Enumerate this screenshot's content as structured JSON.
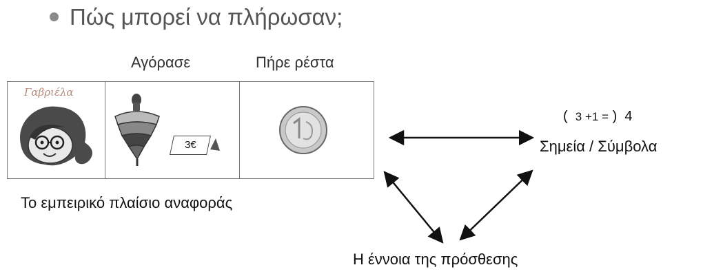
{
  "heading": "Πώς μπορεί να πλήρωσαν;",
  "table": {
    "col_bought": "Αγόρασε",
    "col_change": "Πήρε ρέστα",
    "person_name": "Γαβριέλα",
    "price_tag": "3€"
  },
  "labels": {
    "empirical": "Το εμπειρικό πλαίσιο αναφοράς",
    "equation_open": "(",
    "equation_expr": "3 +1 =",
    "equation_close": ")",
    "equation_result": "4",
    "symbols": "Σημεία / Σύμβολα",
    "concept": "Η έννοια της πρόσθεσης"
  }
}
